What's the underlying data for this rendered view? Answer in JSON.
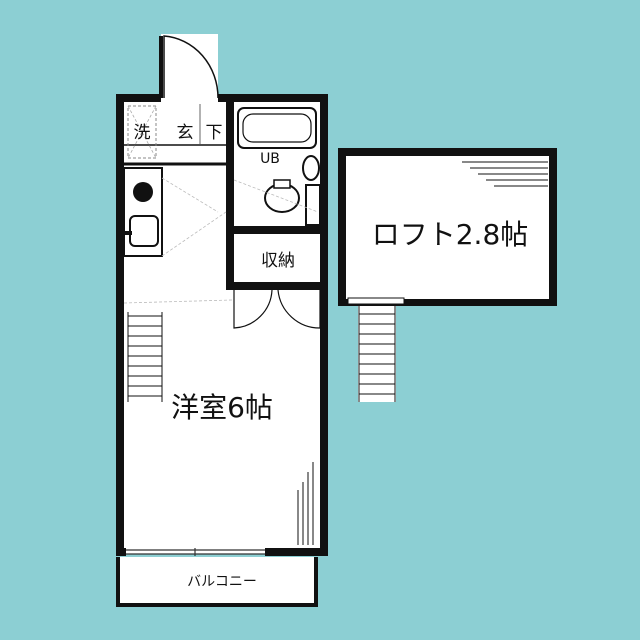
{
  "rooms": {
    "western_room": "洋室6帖",
    "loft": "ロフト2.8帖",
    "unit_bath": "UB",
    "storage": "収納",
    "balcony": "バルコニー",
    "laundry": "洗",
    "entrance": "玄",
    "shoe_box": "下"
  },
  "colors": {
    "background": "#8ccfd3",
    "wall": "#111111",
    "floor": "#ffffff",
    "thin_line": "#666666"
  }
}
